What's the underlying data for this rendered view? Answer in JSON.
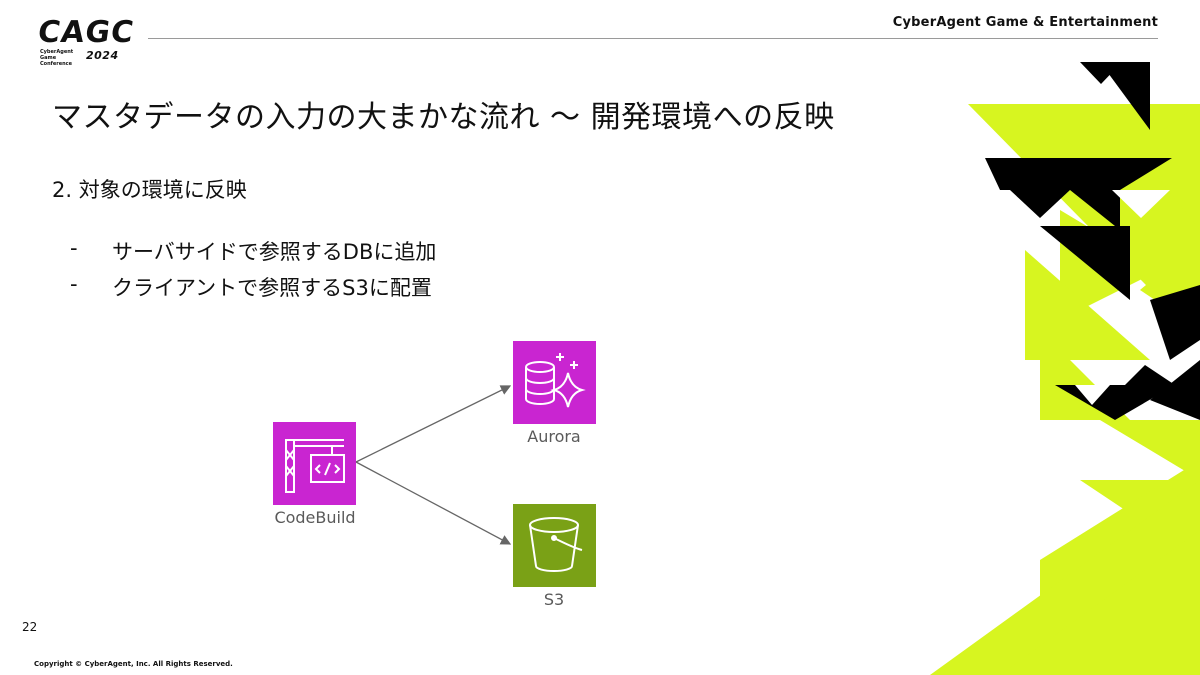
{
  "header": {
    "logo_text": "CAGC",
    "logo_sub": "CyberAgent Game Conference",
    "logo_year": "2024",
    "brand": "CyberAgent Game & Entertainment"
  },
  "slide": {
    "title": "マスタデータの入力の大まかな流れ 〜 開発環境への反映",
    "step": "2.  対象の環境に反映",
    "bullets": [
      {
        "dash": "-",
        "text": "サーバサイドで参照するDBに追加"
      },
      {
        "dash": "-",
        "text": "クライアントで参照するS3に配置"
      }
    ]
  },
  "diagram": {
    "nodes": [
      {
        "id": "codebuild",
        "label": "CodeBuild",
        "color": "#c925d1",
        "icon": "crane-code-icon"
      },
      {
        "id": "aurora",
        "label": "Aurora",
        "color": "#c925d1",
        "icon": "database-sparkle-icon"
      },
      {
        "id": "s3",
        "label": "S3",
        "color": "#7aa116",
        "icon": "bucket-icon"
      }
    ],
    "edges": [
      {
        "from": "codebuild",
        "to": "aurora"
      },
      {
        "from": "codebuild",
        "to": "s3"
      }
    ]
  },
  "footer": {
    "page_number": "22",
    "copyright": "Copyright © CyberAgent, Inc. All Rights Reserved."
  },
  "colors": {
    "accent_lime": "#d7f520",
    "black": "#000000",
    "purple": "#c925d1",
    "green": "#7aa116"
  }
}
